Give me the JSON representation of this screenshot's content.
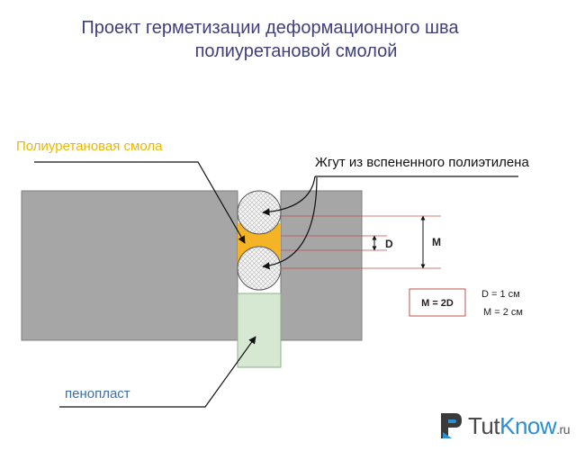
{
  "title": {
    "line1": "Проект герметизации деформационного шва",
    "line2": "полиуретановой смолой"
  },
  "labels": {
    "resin": "Полиуретановая смола",
    "cord": "Жгут из вспененного полиэтилена",
    "foam": "пенопласт",
    "d": "D",
    "m": "M",
    "formula": "M = 2D",
    "d_value": "D = 1 см",
    "m_value": "M = 2 см"
  },
  "logo": {
    "tut": "Tut",
    "know": "Know",
    "ru": ".ru"
  },
  "colors": {
    "title": "#3f3f7a",
    "resin_label": "#e8b800",
    "resin_fill": "#f5b326",
    "foam_fill": "#d6e8d2",
    "foam_label": "#3a6fa8",
    "slab": "#a6a6a6",
    "dim_line": "#c0504d",
    "logo_blue": "#2d8fcf"
  }
}
